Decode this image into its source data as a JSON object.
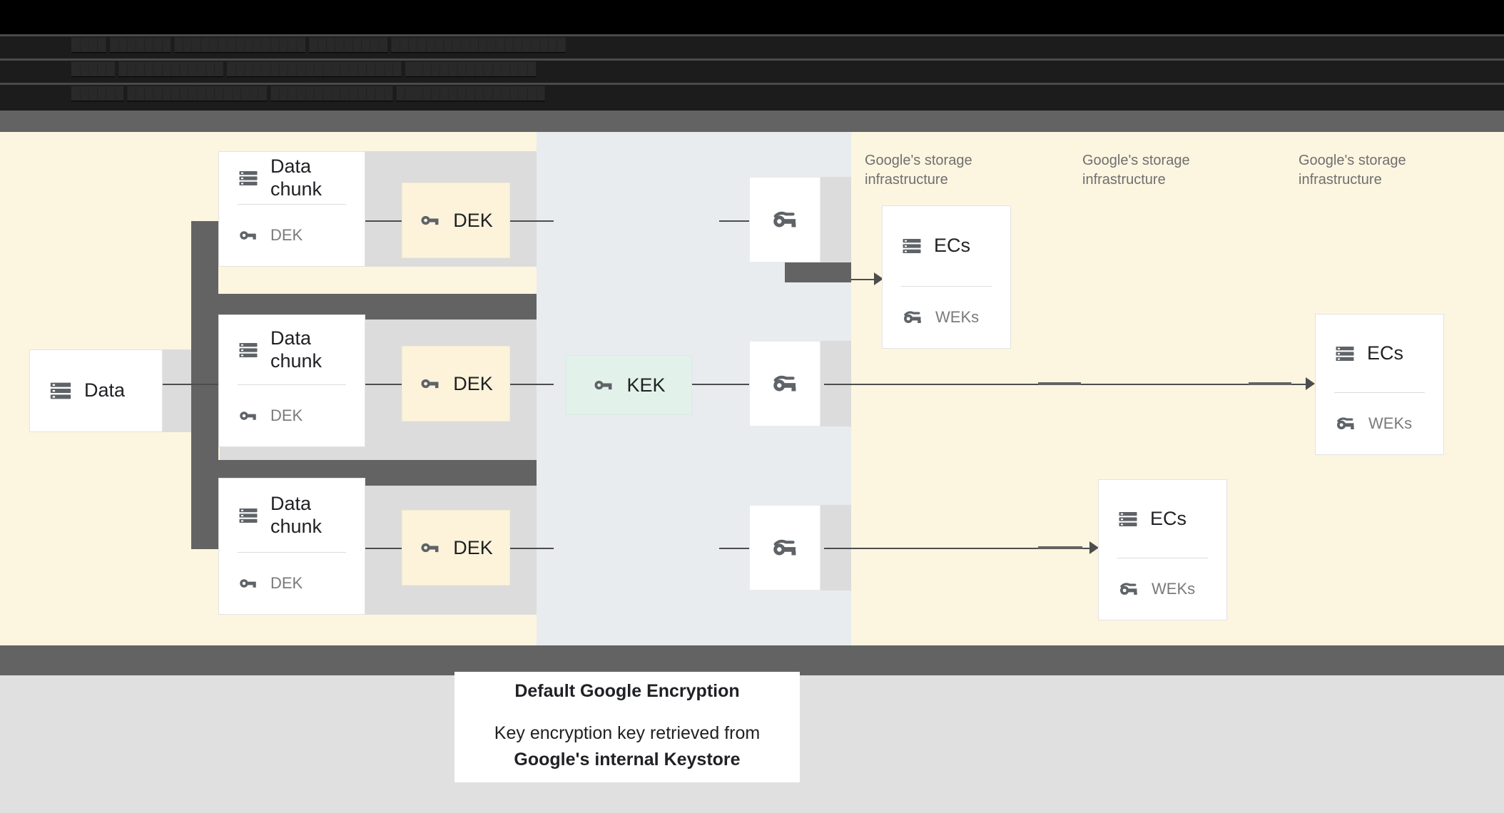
{
  "banner": {
    "obscured": true,
    "lines": [
      "████  ███████  ███████████████  █████████  ████████████████████",
      "█████  ████████████  ████████████████████  ███████████████",
      "██████  ████████████████  ██████████████  █████████████████"
    ]
  },
  "diagram": {
    "source": {
      "label": "Data",
      "icon": "storage-icon"
    },
    "chunks": [
      {
        "title": "Data chunk",
        "key_label": "DEK",
        "icon": "storage-icon",
        "key_icon": "key-icon"
      },
      {
        "title": "Data chunk",
        "key_label": "DEK",
        "icon": "storage-icon",
        "key_icon": "key-icon"
      },
      {
        "title": "Data chunk",
        "key_label": "DEK",
        "icon": "storage-icon",
        "key_icon": "key-icon"
      }
    ],
    "deks": [
      {
        "label": "DEK",
        "icon": "key-icon"
      },
      {
        "label": "DEK",
        "icon": "key-icon"
      },
      {
        "label": "DEK",
        "icon": "key-icon"
      }
    ],
    "kek": {
      "label": "KEK",
      "icon": "key-icon"
    },
    "wrapped_keys": [
      {
        "icon": "wrapped-key-icon"
      },
      {
        "icon": "wrapped-key-icon"
      },
      {
        "icon": "wrapped-key-icon"
      }
    ],
    "storage_labels": [
      "Google's storage\ninfrastructure",
      "Google's storage\ninfrastructure",
      "Google's storage\ninfrastructure"
    ],
    "ec_cards": [
      {
        "title": "ECs",
        "key_label": "WEKs",
        "icon": "storage-icon",
        "key_icon": "wrapped-key-icon"
      },
      {
        "title": "ECs",
        "key_label": "WEKs",
        "icon": "storage-icon",
        "key_icon": "wrapped-key-icon"
      },
      {
        "title": "ECs",
        "key_label": "WEKs",
        "icon": "storage-icon",
        "key_icon": "wrapped-key-icon"
      }
    ]
  },
  "caption": {
    "title": "Default Google Encryption",
    "body_line1": "Key encryption key retrieved from",
    "body_line2": "Google's internal Keystore"
  },
  "colors": {
    "panel_cream": "#fcf5e0",
    "panel_blue": "#e8ecee",
    "row_band": "#dcdcdc",
    "connector_dark": "#636363",
    "dek_fill": "#fcf3da",
    "kek_fill": "#e2f2ea",
    "card_white": "#ffffff",
    "text_dark": "#202124",
    "text_muted": "#7a7a7a",
    "page_bg": "#e0e0e0",
    "banner_bg": "#000000"
  }
}
